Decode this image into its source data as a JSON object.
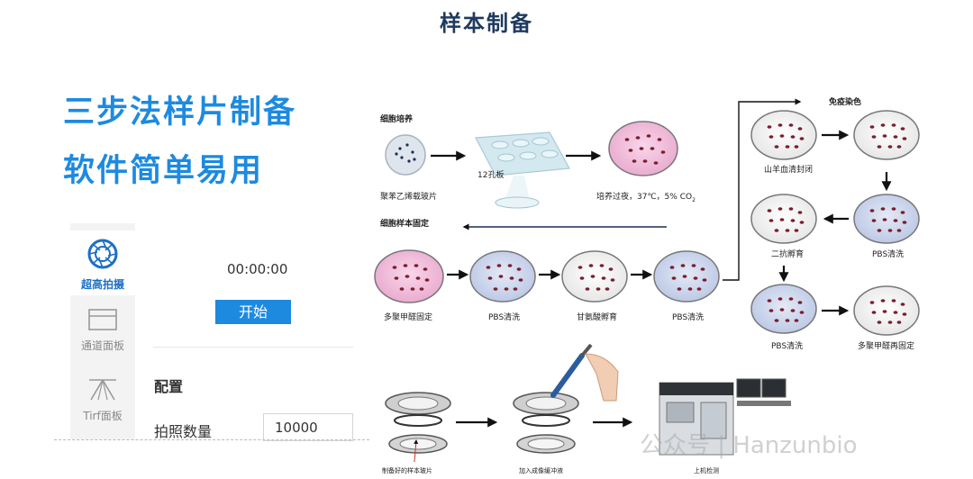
{
  "page_title": "样本制备",
  "headline": {
    "line1": "三步法样片制备",
    "line2": "软件简单易用"
  },
  "software": {
    "sidebar": [
      {
        "label": "超高拍摄",
        "icon": "camera-lens-icon",
        "active": true
      },
      {
        "label": "通道面板",
        "icon": "panel-window-icon",
        "active": false
      },
      {
        "label": "Tirf面板",
        "icon": "tirf-beam-icon",
        "active": false
      }
    ],
    "timer": "00:00:00",
    "start_button": "开始",
    "config_label": "配置",
    "count_label": "拍照数量",
    "count_value": "10000"
  },
  "diagram": {
    "cell_culture": {
      "section_title": "细胞培养",
      "coverslip_label": "聚苯乙烯载玻片",
      "plate_label": "12孔板",
      "culture_condition": "培养过夜，37℃，5% CO",
      "co2_subscript": "2"
    },
    "fixation": {
      "section_title": "细胞样本固定",
      "steps": [
        "多聚甲醛固定",
        "PBS清洗",
        "甘氨酸孵育",
        "PBS清洗"
      ]
    },
    "immunostaining": {
      "section_title": "免疫染色",
      "steps": [
        "山羊血清封闭",
        "PBS清洗",
        "二抗孵育",
        "PBS清洗",
        "多聚甲醛再固定"
      ]
    },
    "mounting": {
      "steps": [
        "制备好的样本玻片",
        "加入成像缓冲液",
        "上机检测"
      ]
    },
    "colors": {
      "pink_dish": "#f1b9d9",
      "blue_dish": "#c6d1ea",
      "gray_dish": "#eeeeee",
      "cell_dot": "#7a1f2e",
      "arrow": "#111111"
    }
  },
  "watermark": "公众号 | Hanzunbio"
}
